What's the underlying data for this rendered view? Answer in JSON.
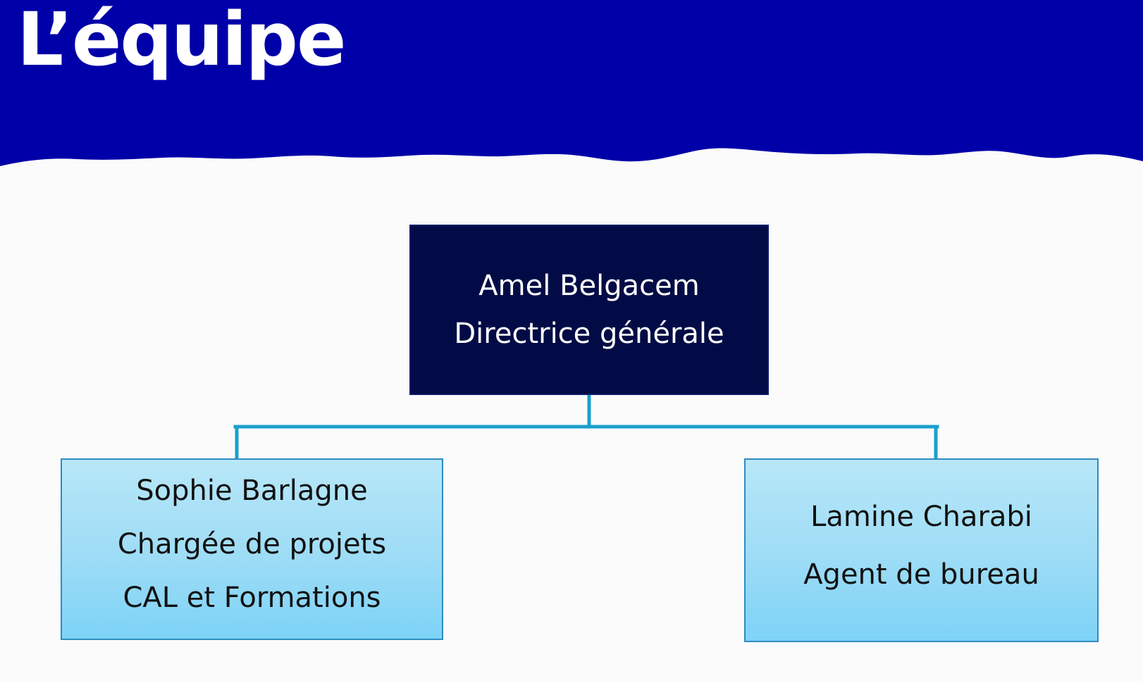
{
  "header": {
    "title": "L’équipe",
    "band_color": "#0000a8"
  },
  "org_chart": {
    "director": {
      "name": "Amel Belgacem",
      "role": "Directrice générale"
    },
    "reports": [
      {
        "name": "Sophie Barlagne",
        "role_line1": "Chargée de projets",
        "role_line2": "CAL et Formations"
      },
      {
        "name": "Lamine Charabi",
        "role_line1": "Agent de bureau"
      }
    ],
    "colors": {
      "director_fill": "#020b45",
      "report_fill": "#9ddcf6",
      "connector": "#1b9fcb"
    }
  }
}
